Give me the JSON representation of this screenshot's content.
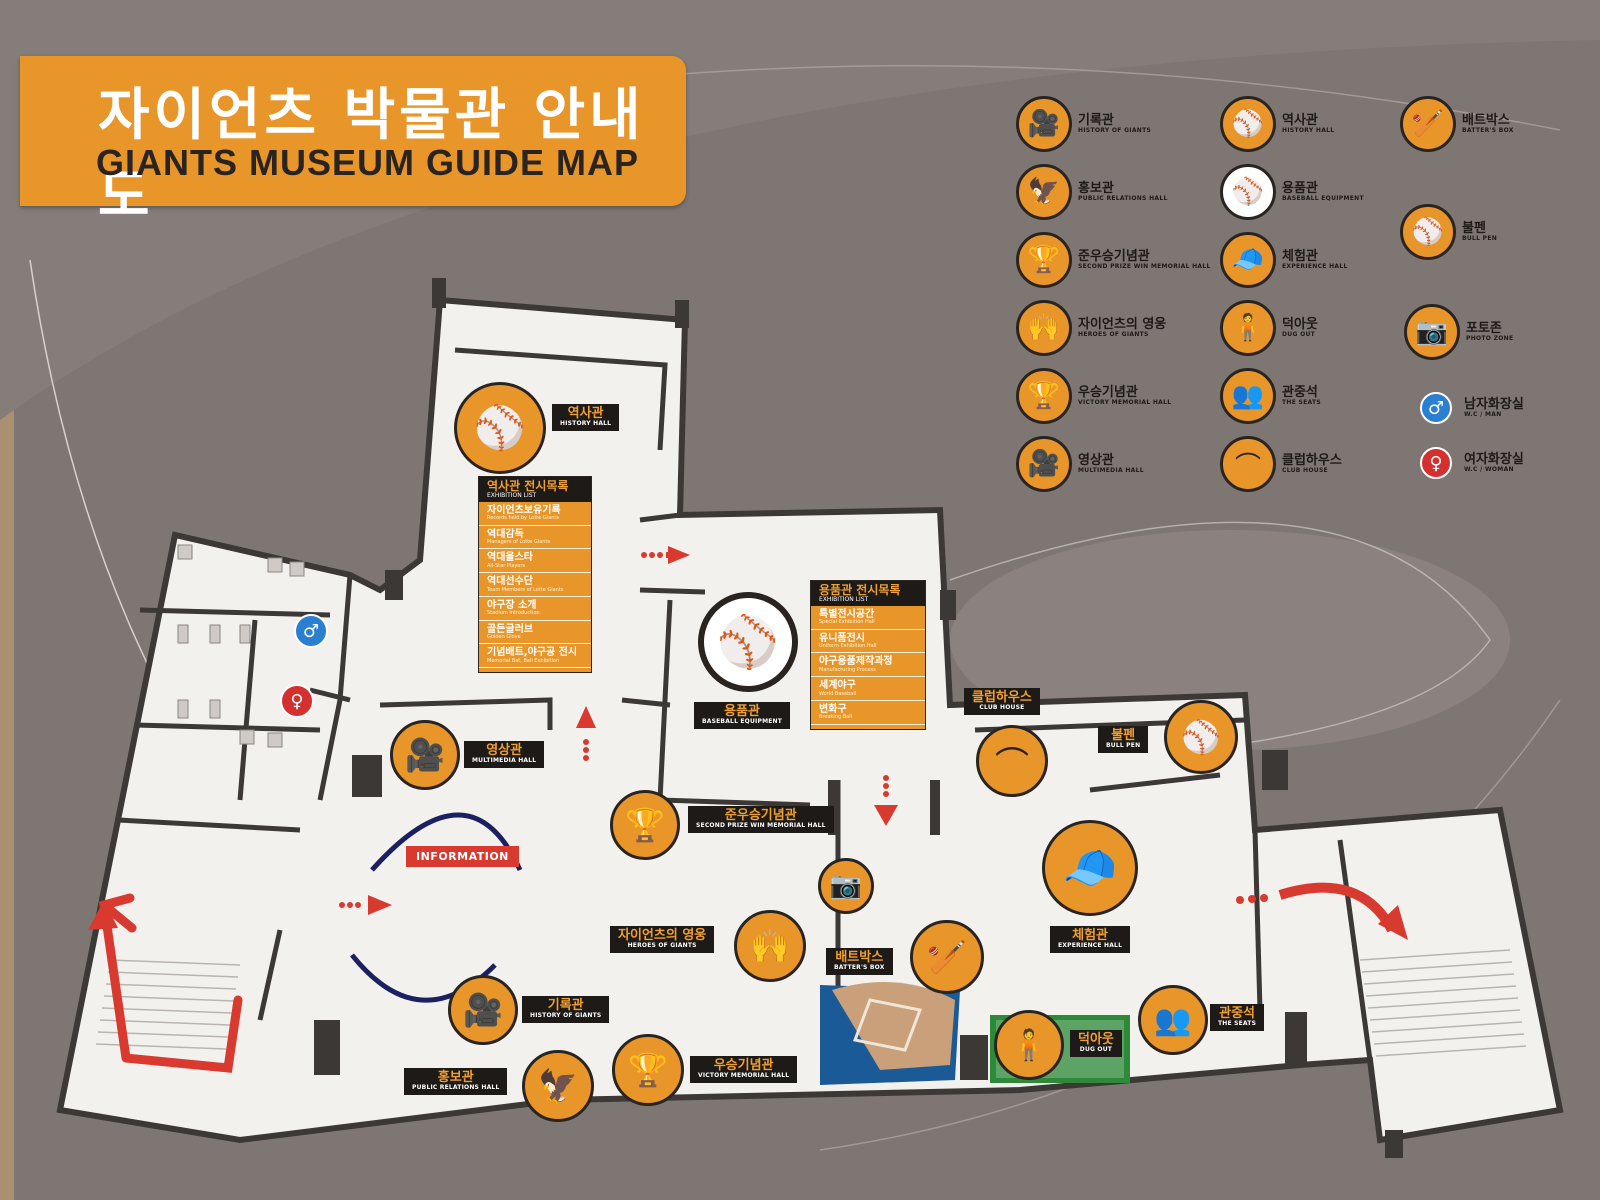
{
  "title": {
    "korean": "자이언츠 박물관 안내도",
    "english": "GIANTS MUSEUM GUIDE MAP"
  },
  "legend": [
    {
      "icon": "film-camera-icon",
      "ko": "기록관",
      "en": "HISTORY OF GIANTS"
    },
    {
      "icon": "eagle-emblem-icon",
      "ko": "홍보관",
      "en": "PUBLIC RELATIONS HALL"
    },
    {
      "icon": "trophy-icon",
      "ko": "준우승기념관",
      "en": "SECOND PRIZE WIN MEMORIAL HALL"
    },
    {
      "icon": "player-cheering-icon",
      "ko": "자이언츠의 영웅",
      "en": "HEROES OF GIANTS"
    },
    {
      "icon": "trophy-icon",
      "ko": "우승기념관",
      "en": "VICTORY MEMORIAL HALL"
    },
    {
      "icon": "film-camera-icon",
      "ko": "영상관",
      "en": "MULTIMEDIA HALL"
    },
    {
      "icon": "pitcher-icon",
      "ko": "역사관",
      "en": "HISTORY HALL"
    },
    {
      "icon": "baseball-icon",
      "ko": "용품관",
      "en": "BASEBALL EQUIPMENT"
    },
    {
      "icon": "player-crouching-icon",
      "ko": "체험관",
      "en": "EXPERIENCE HALL"
    },
    {
      "icon": "player-sitting-icon",
      "ko": "덕아웃",
      "en": "DUG OUT"
    },
    {
      "icon": "crowd-icon",
      "ko": "관중석",
      "en": "THE SEATS"
    },
    {
      "icon": "hanger-icon",
      "ko": "클럽하우스",
      "en": "CLUB HOUSE"
    },
    {
      "icon": "batter-icon",
      "ko": "배트박스",
      "en": "BATTER'S BOX"
    },
    {
      "icon": "pitcher-throwing-icon",
      "ko": "불펜",
      "en": "BULL PEN"
    },
    {
      "icon": "photo-camera-icon",
      "ko": "포토존",
      "en": "PHOTO ZONE"
    },
    {
      "icon": "man-icon",
      "ko": "남자화장실",
      "en": "W.C / MAN"
    },
    {
      "icon": "woman-icon",
      "ko": "여자화장실",
      "en": "W.C / WOMAN"
    }
  ],
  "map_labels": {
    "history_hall": {
      "ko": "역사관",
      "en": "HISTORY HALL"
    },
    "equipment": {
      "ko": "용품관",
      "en": "BASEBALL EQUIPMENT"
    },
    "multimedia": {
      "ko": "영상관",
      "en": "MULTIMEDIA HALL"
    },
    "second_prize": {
      "ko": "준우승기념관",
      "en": "SECOND PRIZE WIN MEMORIAL HALL"
    },
    "heroes": {
      "ko": "자이언츠의 영웅",
      "en": "HEROES OF GIANTS"
    },
    "records": {
      "ko": "기록관",
      "en": "HISTORY OF GIANTS"
    },
    "pr_hall": {
      "ko": "홍보관",
      "en": "PUBLIC RELATIONS HALL"
    },
    "victory": {
      "ko": "우승기념관",
      "en": "VICTORY MEMORIAL HALL"
    },
    "clubhouse": {
      "ko": "클럽하우스",
      "en": "CLUB HOUSE"
    },
    "bullpen": {
      "ko": "불펜",
      "en": "BULL PEN"
    },
    "experience": {
      "ko": "체험관",
      "en": "EXPERIENCE HALL"
    },
    "batters_box": {
      "ko": "배트박스",
      "en": "BATTER'S BOX"
    },
    "dugout": {
      "ko": "덕아웃",
      "en": "DUG OUT"
    },
    "seats": {
      "ko": "관중석",
      "en": "THE SEATS"
    },
    "information": "INFORMATION"
  },
  "history_exhibits": {
    "ko": "역사관 전시목록",
    "en": "EXHIBITION LIST",
    "items": [
      {
        "ko": "자이언츠보유기록",
        "en": "Records held by Lotte Giants"
      },
      {
        "ko": "역대감독",
        "en": "Managers of Lotte Giants"
      },
      {
        "ko": "역대올스타",
        "en": "All-Star Players"
      },
      {
        "ko": "역대선수단",
        "en": "Team Members of Lotte Giants"
      },
      {
        "ko": "야구장 소개",
        "en": "Stadium Introduction"
      },
      {
        "ko": "골든글러브",
        "en": "Golden Glove"
      },
      {
        "ko": "기념배트,야구공 전시",
        "en": "Memorial Bat, Ball Exhibition"
      }
    ]
  },
  "equipment_exhibits": {
    "ko": "용품관 전시목록",
    "en": "EXHIBITION LIST",
    "items": [
      {
        "ko": "특별전시공간",
        "en": "Special Exhibition Hall"
      },
      {
        "ko": "유니폼전시",
        "en": "Uniform Exhibition Hall"
      },
      {
        "ko": "야구용품제작과정",
        "en": "Manufacturing Process"
      },
      {
        "ko": "세계야구",
        "en": "World Baseball"
      },
      {
        "ko": "변화구",
        "en": "Breaking Ball"
      }
    ]
  },
  "colors": {
    "orange": "#e8962a",
    "dark": "#1e1a18",
    "arrow_red": "#d83a30",
    "wc_man": "#2a7fd0",
    "wc_woman": "#d43030"
  }
}
